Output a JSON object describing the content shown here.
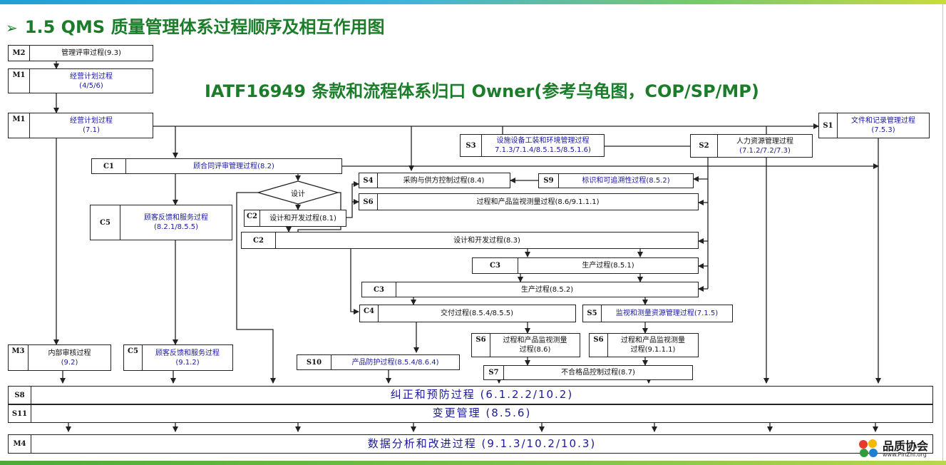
{
  "title": {
    "marker": "➢",
    "text": "1.5  QMS 质量管理体系过程顺序及相互作用图"
  },
  "subtitle": "IATF16949 条款和流程体系归口 Owner(参考乌龟图，COP/SP/MP)",
  "nodes": {
    "m2": {
      "code": "M2",
      "label": "管理评审过程(9.3)"
    },
    "m1a": {
      "code": "M1",
      "line1": "经营计划过程",
      "line2": "(4/5/6)"
    },
    "m1b": {
      "code": "M1",
      "line1": "经营计划过程",
      "line2": "(7.1)"
    },
    "s1": {
      "code": "S1",
      "line1": "文件和记录管理过程",
      "line2": "(7.5.3)"
    },
    "s3": {
      "code": "S3",
      "line1": "设施设备工装和环境管理过程",
      "line2": "7.1.3/7.1.4/8.5.1.5/8.5.1.6)"
    },
    "s2": {
      "code": "S2",
      "line1": "人力资源管理过程",
      "line2": "(7.1.2/7.2/7.3)"
    },
    "c1": {
      "code": "C1",
      "label": "顾合同评审管理过程(8.2)"
    },
    "design": {
      "label": "设计"
    },
    "s4": {
      "code": "S4",
      "label": "采购与供方控制过程(8.4)"
    },
    "s9": {
      "code": "S9",
      "label": "标识和可追溯性过程(8.5.2)"
    },
    "s6top": {
      "code": "S6",
      "label": "过程和产品监视测量过程(8.6/9.1.1.1)"
    },
    "c5top": {
      "code": "C5",
      "line1": "顾客反馈和服务过程",
      "line2": "(8.2.1/8.5.5)"
    },
    "c2small": {
      "code": "C2",
      "label": "设计和开发过程(8.1)"
    },
    "c2big": {
      "code": "C2",
      "label": "设计和开发过程(8.3)"
    },
    "c3a": {
      "code": "C3",
      "label": "生产过程(8.5.1)"
    },
    "c3b": {
      "code": "C3",
      "label": "生产过程(8.5.2)"
    },
    "c4": {
      "code": "C4",
      "label": "交付过程(8.5.4/8.5.5)"
    },
    "s5": {
      "code": "S5",
      "label": "监视和测量资源管理过程(7.1.5)"
    },
    "s6a": {
      "code": "S6",
      "line1": "过程和产品监视测量",
      "line2": "过程(8.6)"
    },
    "s6b": {
      "code": "S6",
      "line1": "过程和产品监视测量",
      "line2": "过程(9.1.1.1)"
    },
    "s7": {
      "code": "S7",
      "label": "不合格品控制过程(8.7)"
    },
    "m3": {
      "code": "M3",
      "line1": "内部审核过程",
      "line2": "(9.2)"
    },
    "c5bot": {
      "code": "C5",
      "line1": "顾客反馈和服务过程",
      "line2": "(9.1.2)"
    },
    "s10": {
      "code": "S10",
      "label": "产品防护过程(8.5.4/8.6.4)"
    },
    "s8": {
      "code": "S8",
      "label": "纠正和预防过程 (6.1.2.2/10.2)"
    },
    "s11": {
      "code": "S11",
      "label": "变更管理 (8.5.6)"
    },
    "m4": {
      "code": "M4",
      "label": "数据分析和改进过程 (9.1.3/10.2/10.3)"
    }
  },
  "logo": {
    "name": "品质协会",
    "url": "www.PinZhi.org"
  },
  "colors": {
    "title": "#1b7d2a",
    "label_text": "#1a1a9a",
    "lines": "#222222"
  }
}
